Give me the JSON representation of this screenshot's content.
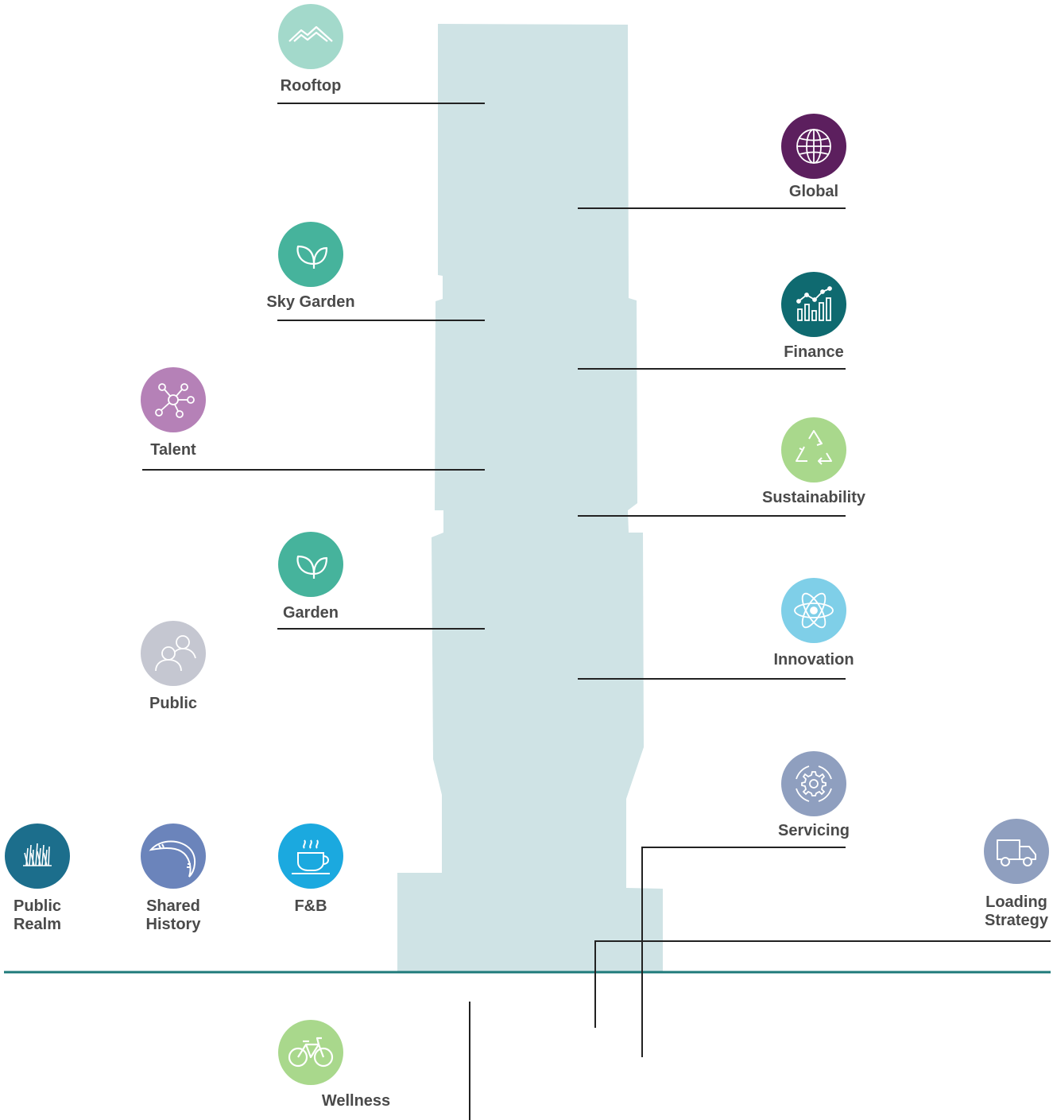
{
  "colors": {
    "building": "#cfe3e5",
    "ground": "#1e7a7a",
    "leader": "#222222",
    "text": "#4a4a4a"
  },
  "nodes": {
    "rooftop": {
      "label": "Rooftop",
      "icon": "mountain-icon",
      "color": "#a3d9cb"
    },
    "global": {
      "label": "Global",
      "icon": "globe-icon",
      "color": "#5c1f5e"
    },
    "sky_garden": {
      "label": "Sky Garden",
      "icon": "leaf-icon",
      "color": "#46b39c"
    },
    "finance": {
      "label": "Finance",
      "icon": "chart-icon",
      "color": "#0f6a70"
    },
    "talent": {
      "label": "Talent",
      "icon": "network-icon",
      "color": "#b581b7"
    },
    "sustainability": {
      "label": "Sustainability",
      "icon": "recycle-icon",
      "color": "#a9d88c"
    },
    "garden": {
      "label": "Garden",
      "icon": "leaf-icon",
      "color": "#46b39c"
    },
    "innovation": {
      "label": "Innovation",
      "icon": "atom-icon",
      "color": "#7fcfe8"
    },
    "public": {
      "label": "Public",
      "icon": "people-icon",
      "color": "#c5c7d1"
    },
    "servicing": {
      "label": "Servicing",
      "icon": "gear-cycle-icon",
      "color": "#8f9fbf"
    },
    "public_realm": {
      "label": "Public\nRealm",
      "icon": "grass-icon",
      "color": "#1c6e8c"
    },
    "shared_history": {
      "label": "Shared\nHistory",
      "icon": "boomerang-icon",
      "color": "#6b84bb"
    },
    "fnb": {
      "label": "F&B",
      "icon": "coffee-cup-icon",
      "color": "#1ba9df"
    },
    "loading": {
      "label": "Loading\nStrategy",
      "icon": "truck-icon",
      "color": "#8f9fbf"
    },
    "wellness": {
      "label": "Wellness",
      "icon": "bicycle-icon",
      "color": "#a9d88c"
    }
  }
}
